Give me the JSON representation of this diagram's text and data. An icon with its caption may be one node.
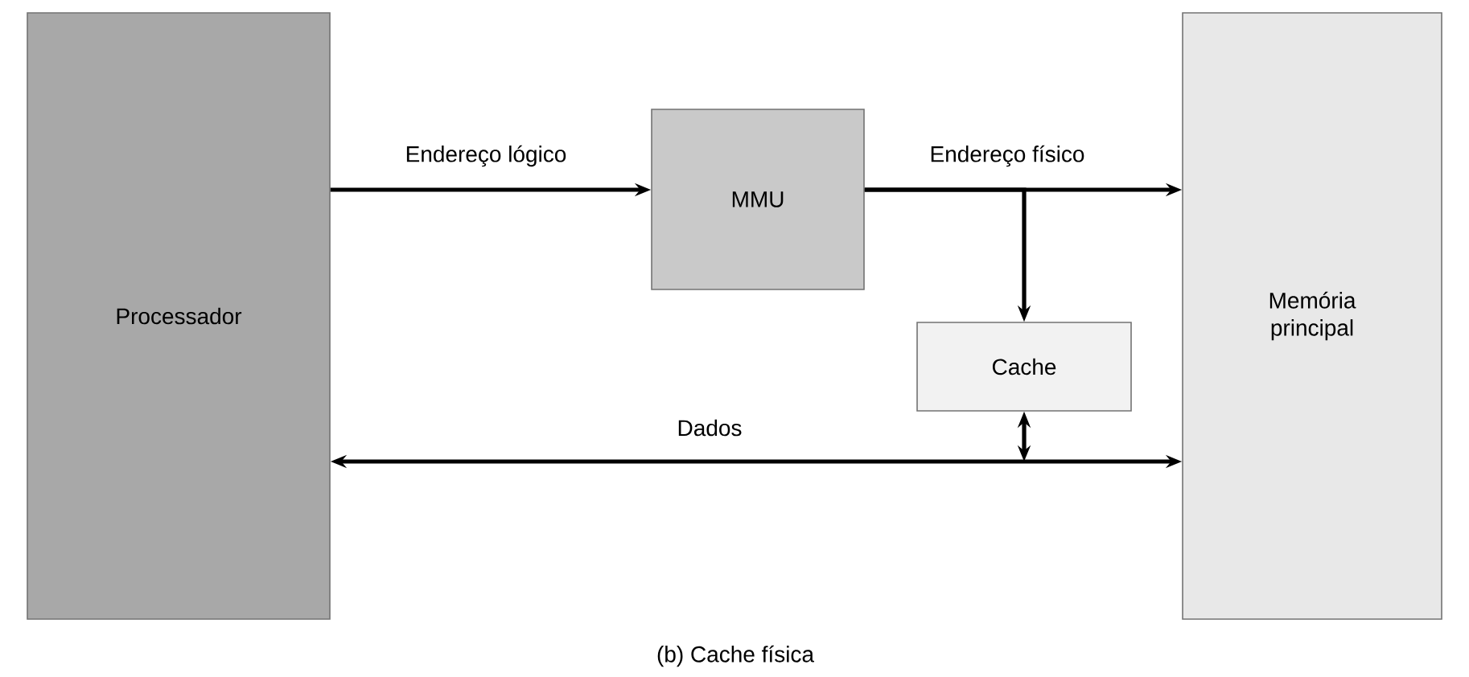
{
  "diagram": {
    "caption": "(b) Cache física",
    "nodes": [
      {
        "text": [
          "Processador"
        ]
      },
      {
        "text": [
          "MMU"
        ]
      },
      {
        "text": [
          "Memória principal"
        ]
      },
      {
        "text": [
          "Cache"
        ]
      }
    ],
    "edges": [
      {
        "from": 0,
        "to": 1,
        "arrow": "to",
        "label": "Endereço lógico"
      },
      {
        "from": 1,
        "to": 2,
        "arrow": "to",
        "label": "Endereço físico"
      },
      {
        "from": 1,
        "to": 3,
        "arrow": "to"
      },
      {
        "from": 0,
        "to": 2,
        "arrow": "both",
        "label": "Dados"
      },
      {
        "from": 3,
        "to": null,
        "arrow": "both"
      }
    ]
  }
}
